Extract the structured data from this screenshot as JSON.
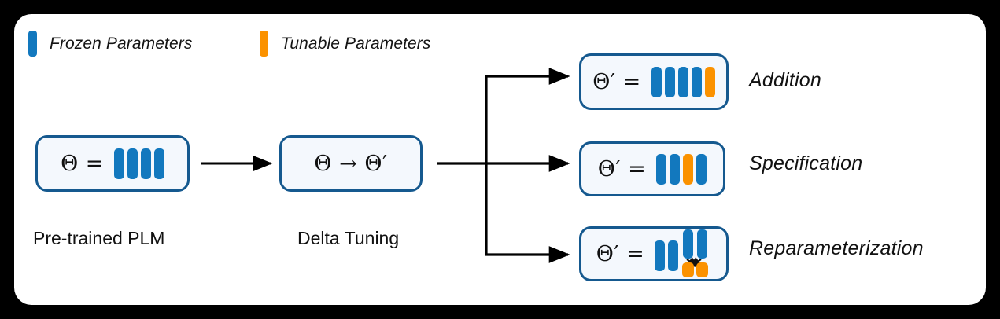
{
  "figure": {
    "background_color": "#000000",
    "card_color": "#ffffff",
    "blue": "#1278be",
    "orange": "#fb9200",
    "box_border": "#15598f",
    "box_fill": "#f4f8fd"
  },
  "legend": {
    "items": [
      {
        "label": "Frozen Parameters",
        "color": "#1278be",
        "swatch_name": "frozen-parameters-swatch"
      },
      {
        "label": "Tunable Parameters",
        "color": "#fb9200",
        "swatch_name": "tunable-parameters-swatch"
      }
    ]
  },
  "stages": {
    "pretrained": {
      "formula_lhs": "Θ =",
      "caption": "Pre-trained PLM",
      "bars": [
        "blue",
        "blue",
        "blue",
        "blue"
      ]
    },
    "delta_tuning": {
      "formula": "Θ → Θ′",
      "caption": "Delta Tuning"
    }
  },
  "branches": [
    {
      "name": "addition",
      "formula_lhs": "Θ′ =",
      "label": "Addition",
      "bars": [
        "blue",
        "blue",
        "blue",
        "blue",
        "orange"
      ]
    },
    {
      "name": "specification",
      "formula_lhs": "Θ′ =",
      "label": "Specification",
      "bars": [
        "blue",
        "blue",
        "orange",
        "blue"
      ]
    },
    {
      "name": "reparameterization",
      "formula_lhs": "Θ′ =",
      "label": "Reparameterization",
      "bars": [
        "blue",
        "blue",
        "blue-raised",
        "blue-raised"
      ],
      "sub_blocks": [
        "orange",
        "orange"
      ],
      "connector": "crossed-arrows"
    }
  ]
}
